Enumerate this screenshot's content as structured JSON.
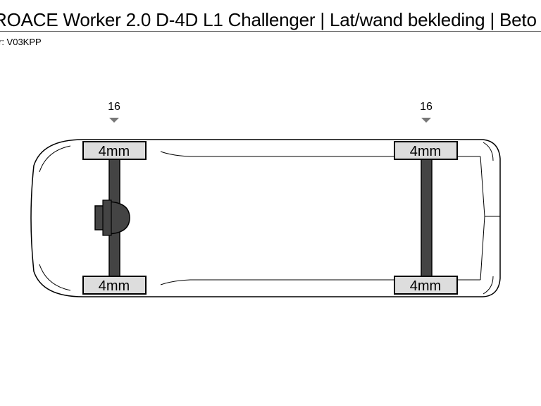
{
  "header": {
    "title": "ROACE Worker 2.0 D-4D L1 Challenger | Lat/wand bekleding | Beto",
    "subtitle": "r: V03KPP"
  },
  "axles": [
    {
      "label": "16",
      "tires": {
        "left": "4mm",
        "right": "4mm"
      },
      "driven": true
    },
    {
      "label": "16",
      "tires": {
        "left": "4mm",
        "right": "4mm"
      },
      "driven": false
    }
  ]
}
